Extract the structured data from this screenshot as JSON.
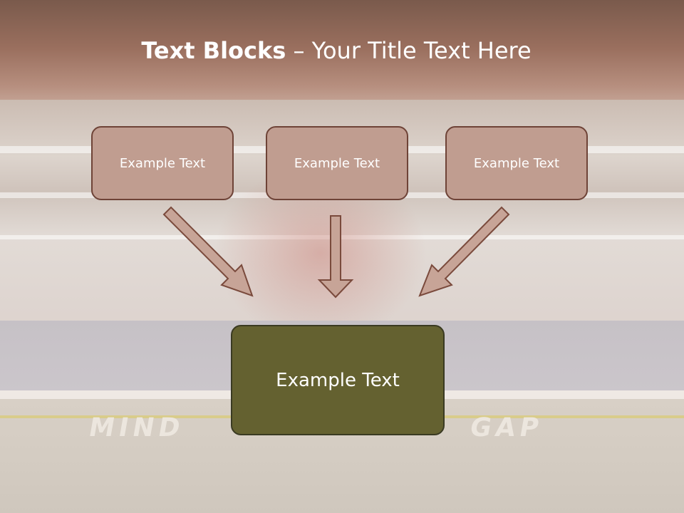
{
  "title": {
    "bold": "Text Blocks",
    "rest": " – Your Title Text Here"
  },
  "boxes": {
    "top": [
      "Example Text",
      "Example Text",
      "Example Text"
    ],
    "bottom": "Example Text"
  },
  "background": {
    "platform_text_left": "MIND",
    "platform_text_right": "GAP"
  },
  "colors": {
    "small_box_fill": "#c09d90",
    "small_box_border": "#6e4337",
    "big_box_fill": "#646130",
    "arrow_fill": "#c7a497",
    "arrow_border": "#7a4a3c"
  }
}
